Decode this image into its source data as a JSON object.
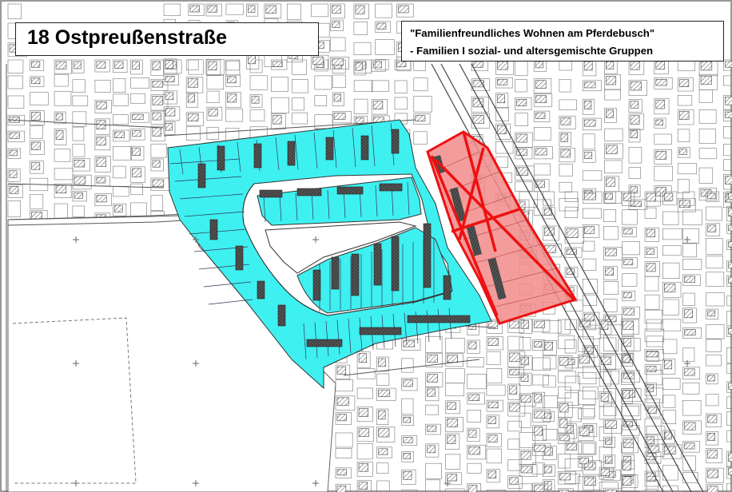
{
  "map": {
    "title": "18 Ostpreußenstraße",
    "subtitle_line1": "\"Familienfreundliches Wohnen am Pferdebusch\"",
    "subtitle_line2": "- Familien I sozial- und altersgemischte Gruppen"
  },
  "colors": {
    "background": "#ffffff",
    "line": "#555555",
    "existing_area_fill": "#3ff0f0",
    "proposed_area_fill": "#f28a8a",
    "proposed_area_stroke": "#ee1111",
    "building_fill": "#444444"
  },
  "icons": {
    "survey_marker": "plus-marker-icon",
    "tree": "tree-icon"
  }
}
